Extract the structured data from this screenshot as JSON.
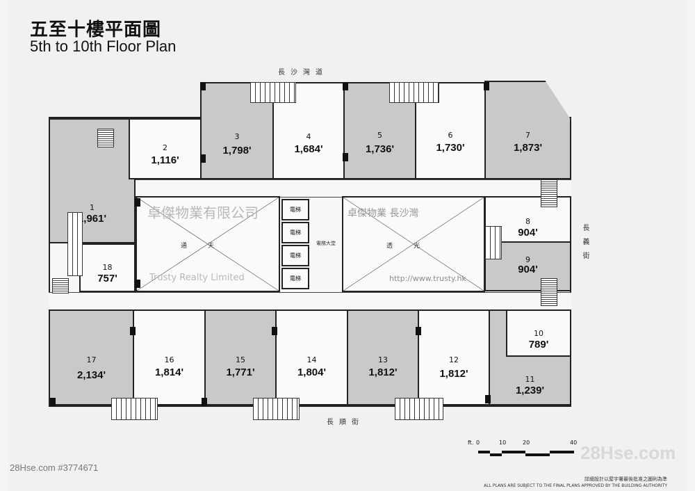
{
  "title": {
    "zh": "五至十樓平面圖",
    "en": "5th to 10th Floor Plan"
  },
  "streets": {
    "top": "長沙灣道",
    "bottom": "長順街",
    "right": "長義街"
  },
  "units": [
    {
      "no": "1",
      "area": "1,961'",
      "shaded": true
    },
    {
      "no": "2",
      "area": "1,116'",
      "shaded": false
    },
    {
      "no": "3",
      "area": "1,798'",
      "shaded": true
    },
    {
      "no": "4",
      "area": "1,684'",
      "shaded": false
    },
    {
      "no": "5",
      "area": "1,736'",
      "shaded": true
    },
    {
      "no": "6",
      "area": "1,730'",
      "shaded": false
    },
    {
      "no": "7",
      "area": "1,873'",
      "shaded": true
    },
    {
      "no": "8",
      "area": "904'",
      "shaded": false
    },
    {
      "no": "9",
      "area": "904'",
      "shaded": true
    },
    {
      "no": "10",
      "area": "789'",
      "shaded": false
    },
    {
      "no": "11",
      "area": "1,239'",
      "shaded": true
    },
    {
      "no": "12",
      "area": "1,812'",
      "shaded": false
    },
    {
      "no": "13",
      "area": "1,812'",
      "shaded": true
    },
    {
      "no": "14",
      "area": "1,804'",
      "shaded": false
    },
    {
      "no": "15",
      "area": "1,771'",
      "shaded": true
    },
    {
      "no": "16",
      "area": "1,814'",
      "shaded": false
    },
    {
      "no": "17",
      "area": "2,134'",
      "shaded": true
    },
    {
      "no": "18",
      "area": "757'",
      "shaded": false
    }
  ],
  "voids": {
    "left": "通天",
    "right": "透光"
  },
  "lifts": {
    "label": "電梯",
    "lobby": "電梯大堂"
  },
  "scale": {
    "unit": "ft.",
    "ticks": [
      "0",
      "10",
      "20",
      "40"
    ]
  },
  "notes": {
    "zh": "詳細設計以屋宇署最後批准之圖則為準",
    "en": "ALL PLANS ARE SUBJECT TO THE FINAL PLANS APPROVED BY THE BUILDING AUTHORITY"
  },
  "watermarks": {
    "company_zh": "卓傑物業有限公司",
    "company_en": "Trusty Realty Limited",
    "url": "http://www.trusty.hk",
    "center": "卓傑物業 長沙灣"
  },
  "footer": {
    "listing": "28Hse.com #3774671",
    "logo": "28Hse.com"
  }
}
